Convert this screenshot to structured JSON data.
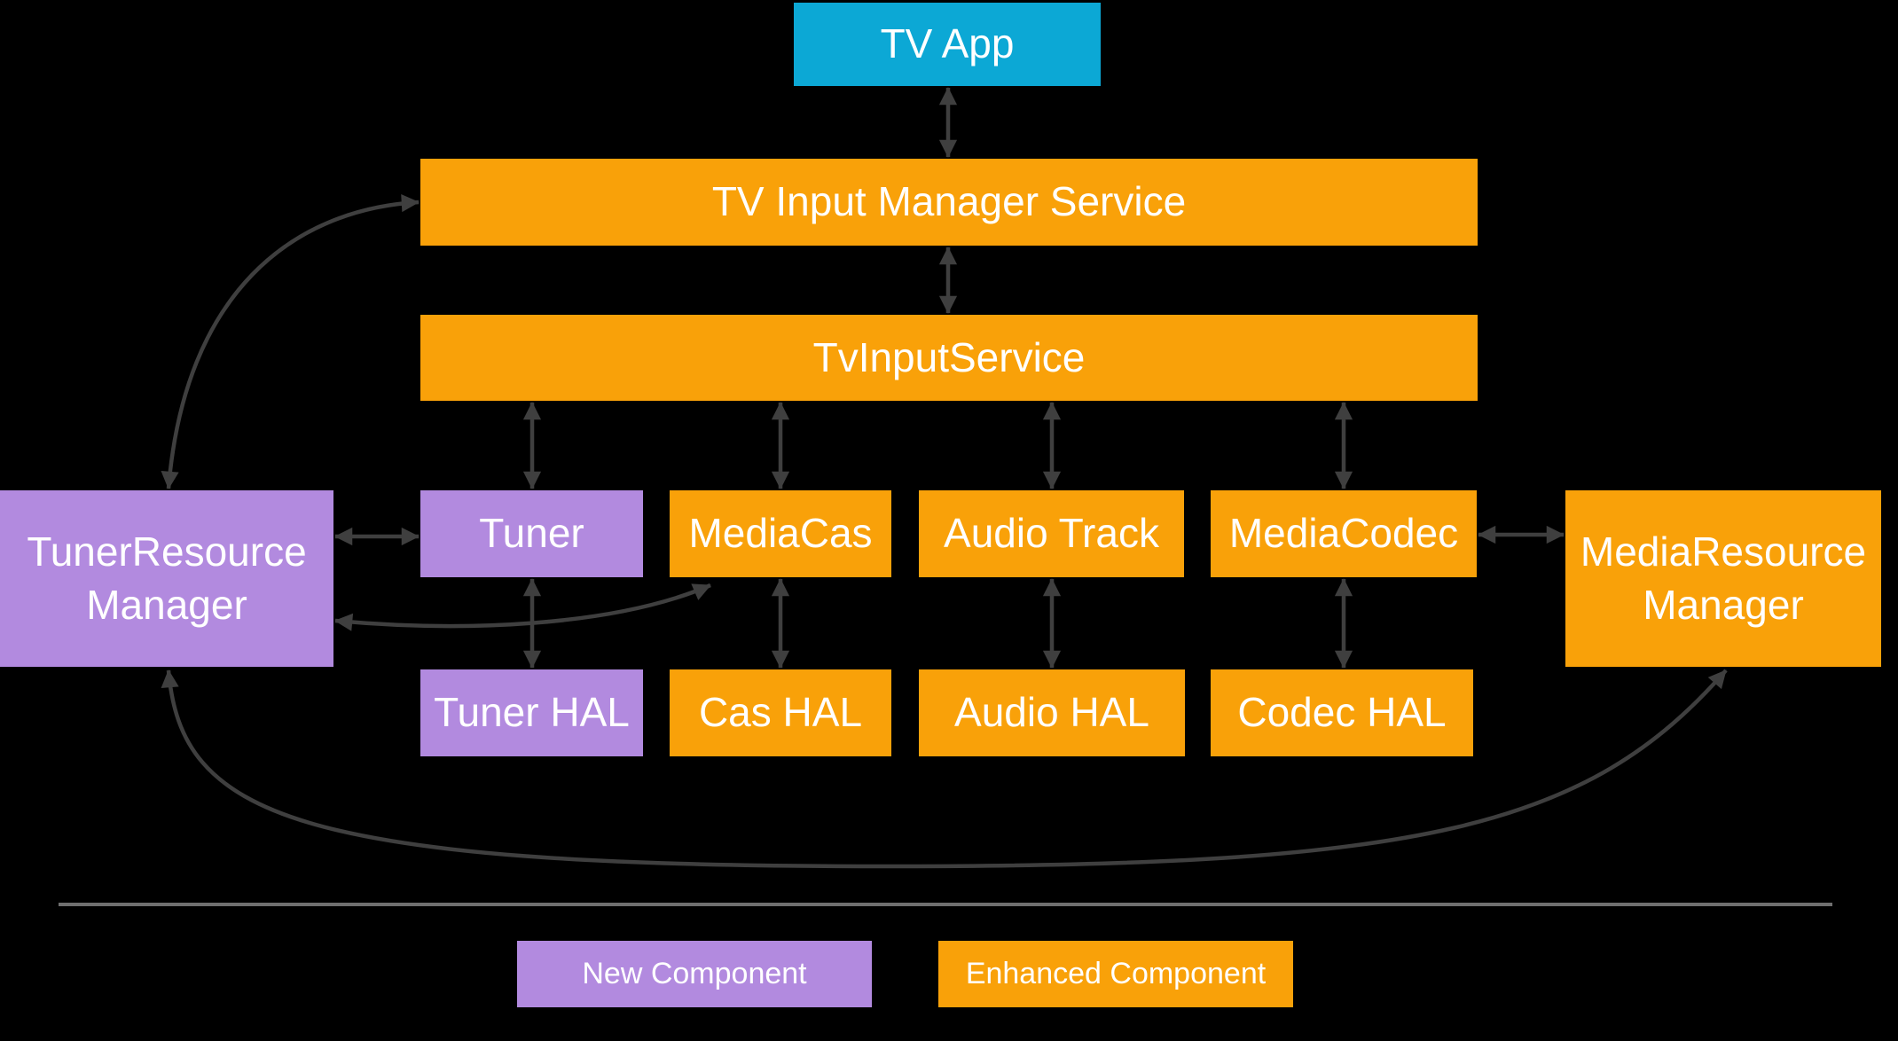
{
  "diagram": {
    "nodes": {
      "tv_app": {
        "label": "TV App",
        "type": "system-app"
      },
      "tv_input_manager_service": {
        "label": "TV Input Manager Service",
        "type": "enhanced"
      },
      "tv_input_service": {
        "label": "TvInputService",
        "type": "enhanced"
      },
      "tuner": {
        "label": "Tuner",
        "type": "new"
      },
      "media_cas": {
        "label": "MediaCas",
        "type": "enhanced"
      },
      "audio_track": {
        "label": "Audio Track",
        "type": "enhanced"
      },
      "media_codec": {
        "label": "MediaCodec",
        "type": "enhanced"
      },
      "tuner_resource_manager": {
        "label": "TunerResource Manager",
        "type": "new"
      },
      "media_resource_manager": {
        "label": "MediaResource Manager",
        "type": "enhanced"
      },
      "tuner_hal": {
        "label": "Tuner HAL",
        "type": "new"
      },
      "cas_hal": {
        "label": "Cas HAL",
        "type": "enhanced"
      },
      "audio_hal": {
        "label": "Audio HAL",
        "type": "enhanced"
      },
      "codec_hal": {
        "label": "Codec HAL",
        "type": "enhanced"
      }
    },
    "connections": [
      "TV App <-> TV Input Manager Service",
      "TV Input Manager Service <-> TvInputService",
      "TvInputService <-> Tuner",
      "TvInputService <-> MediaCas",
      "TvInputService <-> Audio Track",
      "TvInputService <-> MediaCodec",
      "Tuner <-> Tuner HAL",
      "MediaCas <-> Cas HAL",
      "Audio Track <-> Audio HAL",
      "MediaCodec <-> Codec HAL",
      "TunerResource Manager <-> Tuner",
      "MediaCodec <-> MediaResource Manager",
      "TunerResource Manager <-> TV Input Manager Service (curved)",
      "TunerResource Manager <-> MediaCas (curved)",
      "TunerResource Manager <-> MediaResource Manager (curved, bottom)"
    ],
    "legend": {
      "new_component": {
        "label": "New Component"
      },
      "enhanced_component": {
        "label": "Enhanced Component"
      }
    },
    "colors": {
      "enhanced_orange": "#F9A109",
      "new_purple": "#B28ADF",
      "app_cyan": "#0CA8D5",
      "arrow_gray": "#3F3F3F",
      "divider_gray": "#6F6F6F",
      "background": "#000000",
      "text": "#FFFFFF"
    }
  }
}
